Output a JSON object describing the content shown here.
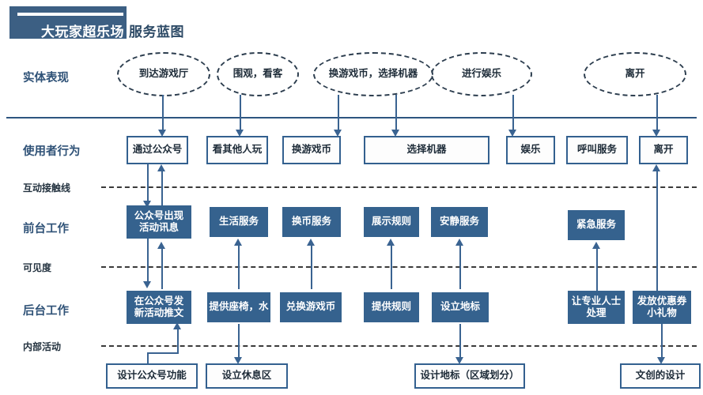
{
  "header": {
    "brand": "大玩家超乐场",
    "subtitle": "服务蓝图"
  },
  "row_labels": {
    "physical_evidence": "实体表现",
    "user_actions": "使用者行为",
    "interaction_line": "互动接触线",
    "frontstage": "前台工作",
    "visibility_line": "可见度",
    "backstage": "后台工作",
    "internal_line": "内部活动"
  },
  "physical_evidence": [
    {
      "label": "到达游戏厅"
    },
    {
      "label": "围观，看客"
    },
    {
      "label": "换游戏币，选择机器"
    },
    {
      "label": "进行娱乐"
    },
    {
      "label": "离开"
    }
  ],
  "user_actions": [
    {
      "label": "通过公众号"
    },
    {
      "label": "看其他人玩"
    },
    {
      "label": "换游戏币"
    },
    {
      "label": "选择机器"
    },
    {
      "label": "娱乐"
    },
    {
      "label": "呼叫服务"
    },
    {
      "label": "离开"
    }
  ],
  "frontstage": [
    {
      "label": "公众号出现\n活动讯息"
    },
    {
      "label": "生活服务"
    },
    {
      "label": "换币服务"
    },
    {
      "label": "展示规则"
    },
    {
      "label": "安静服务"
    },
    {
      "label": "紧急服务"
    }
  ],
  "backstage": [
    {
      "label": "在公众号发\n新活动推文"
    },
    {
      "label": "提供座椅，水"
    },
    {
      "label": "兑换游戏币"
    },
    {
      "label": "提供规则"
    },
    {
      "label": "设立地标"
    },
    {
      "label": "让专业人士\n处理"
    },
    {
      "label": "发放优惠券\n小礼物"
    }
  ],
  "internal_activities": [
    {
      "label": "设计公众号功能"
    },
    {
      "label": "设立休息区"
    },
    {
      "label": "设计地标（区域划分）"
    },
    {
      "label": "文创的设计"
    }
  ],
  "colors": {
    "brand_band": "#3c5f83",
    "box_fill": "#35628e",
    "box_stroke": "#33608f",
    "connector": "#3a6391",
    "dash": "#3a3a3a",
    "solid_divider": "#2d5580"
  }
}
